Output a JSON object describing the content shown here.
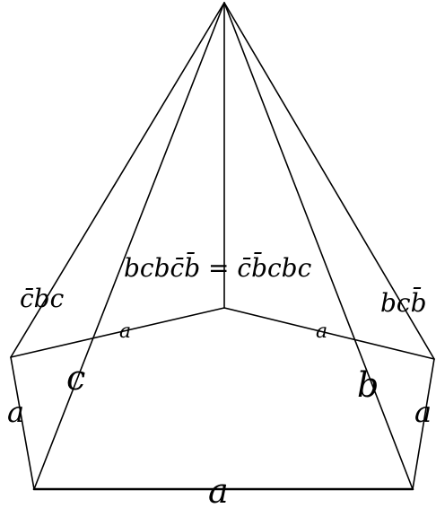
{
  "labels": {
    "relation": "bcbc̄b̄ = c̄b̄cbc",
    "left_slant_face": "c̄bc",
    "right_slant_face": "bcb̄",
    "inner_left_edge": "a",
    "inner_right_edge": "a",
    "left_lateral_edge": "c",
    "right_lateral_edge": "b",
    "left_base_edge": "a",
    "right_base_edge": "a",
    "front_base_edge": "a"
  }
}
